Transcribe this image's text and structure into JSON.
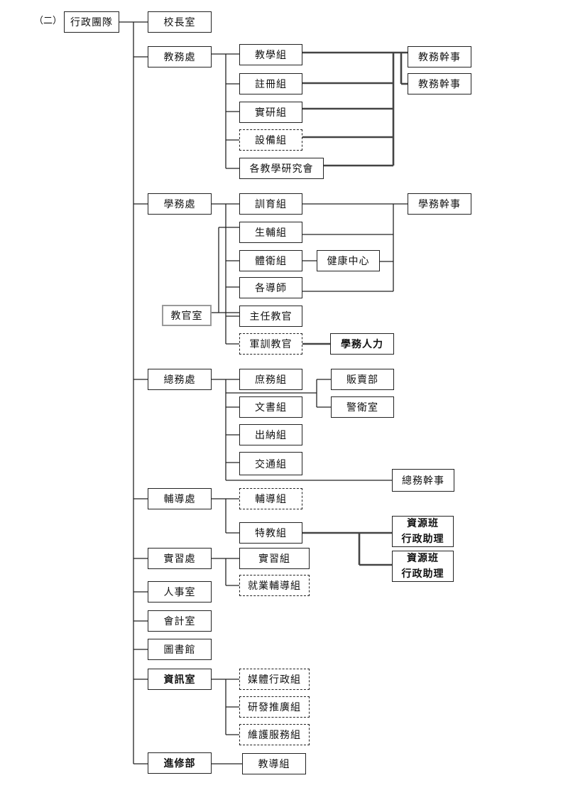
{
  "section_label": "（二）",
  "root": "行政團隊",
  "offices": {
    "principal": "校長室",
    "academic": "教務處",
    "student": "學務處",
    "general": "總務處",
    "counseling": "輔導處",
    "practice": "實習處",
    "personnel": "人事室",
    "accounting": "會計室",
    "library": "圖書館",
    "info": "資訊室",
    "continuing": "進修部"
  },
  "academic_units": {
    "teaching": "教學組",
    "registry": "註冊組",
    "research": "實研組",
    "equipment": "設備組",
    "committees": "各教學研究會",
    "secretary_1": "教務幹事",
    "secretary_2": "教務幹事"
  },
  "student_units": {
    "discipline": "訓育組",
    "guidance": "生輔組",
    "sports_health": "體衛組",
    "health_center": "健康中心",
    "homeroom": "各導師",
    "chief_instructor": "主任教官",
    "military_instructor": "軍訓教官",
    "military_office": "教官室",
    "staff": "學務人力",
    "secretary": "學務幹事"
  },
  "general_units": {
    "affairs": "庶務組",
    "documents": "文書組",
    "cashier": "出納組",
    "transport": "交通組",
    "shop": "販賣部",
    "guard": "警衛室",
    "secretary": "總務幹事"
  },
  "counseling_units": {
    "counseling_group": "輔導組",
    "special_ed": "特教組",
    "assistant_1_line1": "資源班",
    "assistant_1_line2": "行政助理",
    "assistant_2_line1": "資源班",
    "assistant_2_line2": "行政助理"
  },
  "practice_units": {
    "internship": "實習組",
    "career": "就業輔導組"
  },
  "info_units": {
    "media": "媒體行政組",
    "rnd": "研發推廣組",
    "maintenance": "維護服務組"
  },
  "continuing_units": {
    "teaching_guidance": "教導組"
  }
}
